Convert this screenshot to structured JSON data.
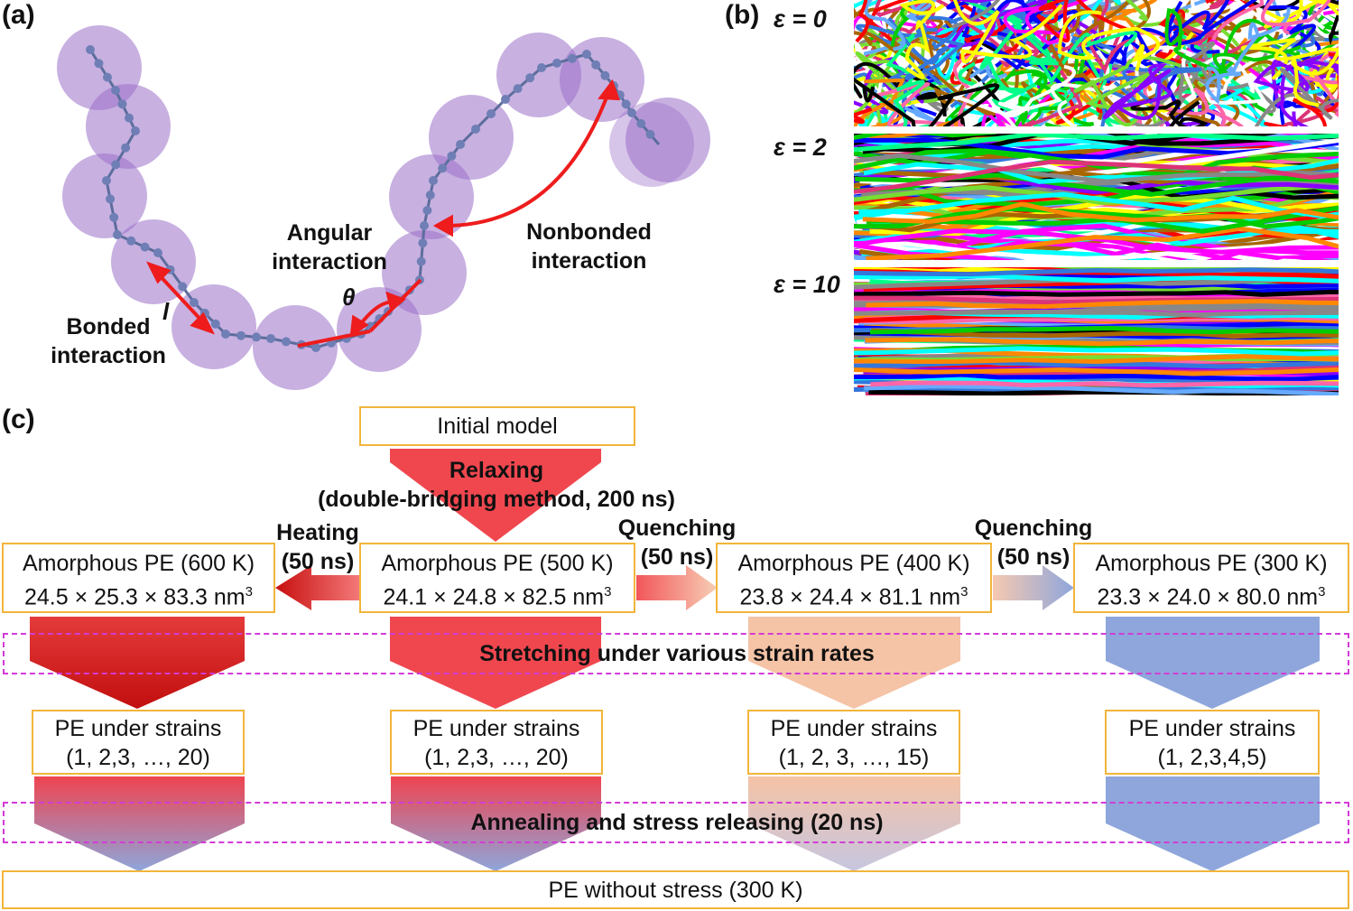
{
  "panel_labels": {
    "a": "(a)",
    "b": "(b)",
    "c": "(c)"
  },
  "panel_a": {
    "bonded": [
      "Bonded",
      "interaction"
    ],
    "angular": [
      "Angular",
      "interaction"
    ],
    "nonbonded": [
      "Nonbonded",
      "interaction"
    ],
    "bond_symbol": "l",
    "angle_symbol": "θ",
    "bead_color": "#9b6fc9",
    "arrow_color": "#ee1c1c"
  },
  "panel_b": {
    "strains": [
      "ε = 0",
      "ε = 2",
      "ε = 10"
    ]
  },
  "panel_c": {
    "initial_model": "Initial model",
    "relaxing": [
      "Relaxing",
      "(double-bridging method, 200 ns)"
    ],
    "heating": [
      "Heating",
      "(50 ns)"
    ],
    "quenching_1": [
      "Quenching",
      "(50 ns)"
    ],
    "quenching_2": [
      "Quenching",
      "(50 ns)"
    ],
    "amorphous": [
      {
        "title": "Amorphous PE (600 K)",
        "dims": "24.5 × 25.3 × 83.3 nm",
        "sup": "3"
      },
      {
        "title": "Amorphous PE (500 K)",
        "dims": "24.1 × 24.8 × 82.5 nm",
        "sup": "3"
      },
      {
        "title": "Amorphous PE (400 K)",
        "dims": "23.8 × 24.4 × 81.1 nm",
        "sup": "3"
      },
      {
        "title": "Amorphous PE (300 K)",
        "dims": "23.3 × 24.0 × 80.0 nm",
        "sup": "3"
      }
    ],
    "stretching": "Stretching under various strain rates",
    "strain_boxes": [
      {
        "title": "PE under strains",
        "range": "(1, 2,3, …, 20)"
      },
      {
        "title": "PE under strains",
        "range": "(1, 2,3, …, 20)"
      },
      {
        "title": "PE under strains",
        "range": "(1, 2, 3, …, 15)"
      },
      {
        "title": "PE under strains",
        "range": "(1, 2,3,4,5)"
      }
    ],
    "annealing": "Annealing and stress releasing (20 ns)",
    "final": "PE without stress (300 K)",
    "colors": {
      "box_border": "#f2b53c",
      "dash": "#d23cd6",
      "red": "#f0474f",
      "dark_red": "#d91b1b",
      "peach": "#f5c3a6",
      "blue": "#8ea6db"
    }
  }
}
